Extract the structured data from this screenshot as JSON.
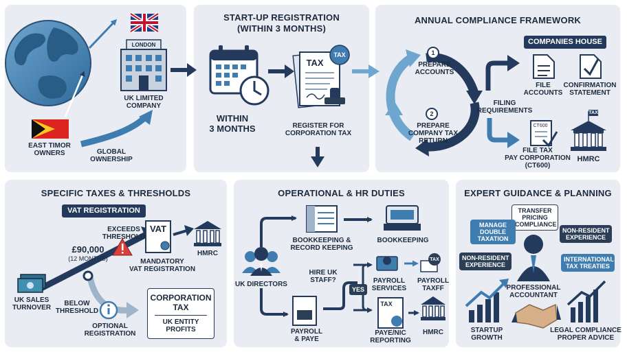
{
  "panels": {
    "ownership": {
      "labels": {
        "london": "LONDON",
        "company": "UK LIMITED\nCOMPANY",
        "owners": "EAST TIMOR\nOWNERS",
        "global": "GLOBAL\nOWNERSHIP"
      }
    },
    "registration": {
      "title": "START-UP REGISTRATION\n(WITHIN 3 MONTHS)",
      "within": "WITHIN\n3 MONTHS",
      "register": "REGISTER FOR\nCORPORATION TAX",
      "tax_word": "TAX",
      "tax_badge": "TAX"
    },
    "compliance": {
      "title": "ANNUAL COMPLIANCE FRAMEWORK",
      "step1_num": "1",
      "step1": "PREPARE\nACCOUNTS",
      "step2_num": "2",
      "step2": "PREPARE\nCOMPANY TAX\nRETURN",
      "filing": "FILING\nREQUIREMENTS",
      "companies_house": "COMPANIES HOUSE",
      "file_accounts": "FILE\nACCOUNTS",
      "confirmation": "CONFIRMATION\nSTATEMENT",
      "file_tax": "FILE TAX\nPAY CORPORATION\n(CT600)",
      "ct600_doc": "CT600",
      "hmrc_tag": "TAX",
      "hmrc": "HMRC"
    },
    "taxes": {
      "title": "SPECIFIC TAXES & THRESHOLDS",
      "vat_badge": "VAT REGISTRATION",
      "exceeds": "EXCEEDS\nTHRESHOLD",
      "vat_doc": "VAT",
      "threshold": "£90,000",
      "months": "(12 MONTHS)",
      "mandatory": "MANDATORY\nVAT REGISTRATION",
      "hmrc": "HMRC",
      "sales": "UK SALES\nTURNOVER",
      "below": "BELOW\nTHRESHOLD",
      "optional": "OPTIONAL\nREGISTRATION",
      "corp_title": "CORPORATION\nTAX",
      "corp_sub": "UK ENTITY\nPROFITS"
    },
    "operations": {
      "title": "OPERATIONAL & HR DUTIES",
      "directors": "UK DIRECTORS",
      "record": "BOOKKEEPING &\nRECORD KEEPING",
      "bookkeeping": "BOOKKEEPING",
      "hire": "HIRE UK\nSTAFF?",
      "yes": "YES",
      "payroll_services": "PAYROLL\nSERVICES",
      "payroll_taxff": "PAYROLL\nTAXFF",
      "tax_tag": "TAX",
      "payroll_paye": "PAYROLL\n& PAYE",
      "paye_report": "PAYE/NIC\nREPORTING",
      "tax_doc": "TAX",
      "hmrc": "HMRC"
    },
    "guidance": {
      "title": "EXPERT GUIDANCE & PLANNING",
      "bubbles": {
        "transfer": "TRANSFER\nPRICING\nCOMPLIANCE",
        "double": "MANAGE\nDOUBLE\nTAXATION",
        "nonres_right": "NON-RESIDENT\nEXPERIENCE",
        "nonres_left": "NON-RESIDENT\nEXPERIENCE",
        "treaties": "INTERNATIONAL\nTAX TREATIES"
      },
      "accountant": "PROFESSIONAL\nACCOUNTANT",
      "growth": "STARTUP\nGROWTH",
      "legal": "LEGAL COMPLIANCE\nPROPER ADVICE"
    }
  },
  "colors": {
    "navy": "#233a5c",
    "blue": "#3f7cb0",
    "panel": "#e9edf3"
  }
}
